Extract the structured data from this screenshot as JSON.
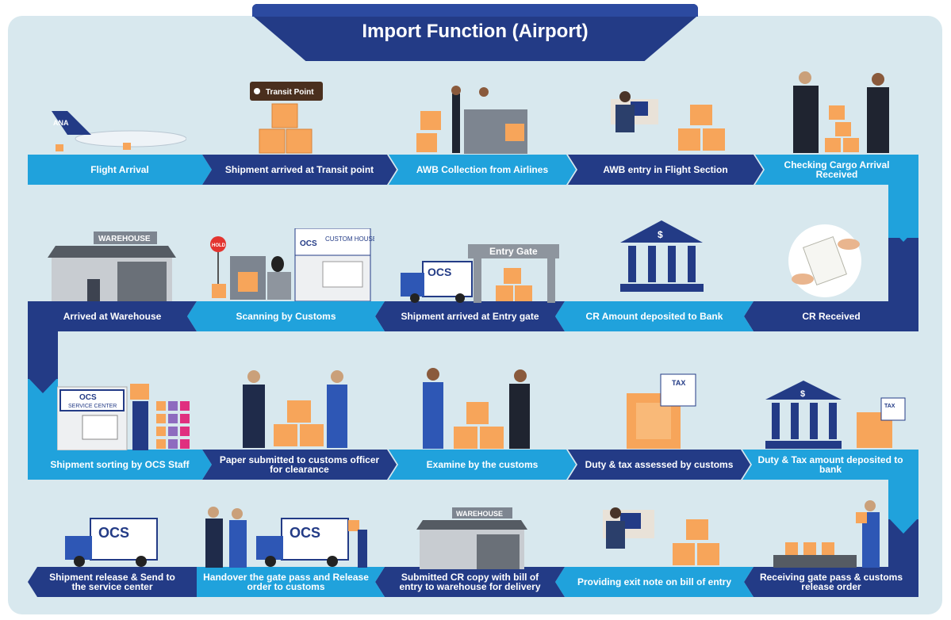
{
  "title": "Import Function (Airport)",
  "colors": {
    "light": "#20a2dc",
    "dark": "#233b86",
    "box": "#f7a55a",
    "panel": "#d8e8ee"
  },
  "steps": [
    "Flight Arrival",
    "Shipment arrived at Transit point",
    "AWB Collection from Airlines",
    "AWB entry in Flight Section",
    "Checking  Cargo Arrival Received",
    "CR Received",
    "CR Amount deposited to Bank",
    "Shipment arrived at Entry gate",
    "Scanning by Customs",
    "Arrived at Warehouse",
    "Shipment sorting by OCS Staff",
    "Paper submitted to customs officer for clearance",
    "Examine by the customs",
    "Duty & tax assessed by customs",
    "Duty & Tax amount deposited to bank",
    "Receiving gate pass & customs release order",
    "Providing exit note on bill of entry",
    "Submitted CR copy with bill of entry to warehouse for delivery",
    "Handover the gate pass and Release order to customs",
    "Shipment release & Send to the service center"
  ],
  "signs": {
    "airline": "ANA",
    "transit": "Transit Point",
    "warehouse": "WAREHOUSE",
    "custom_house": "CUSTOM HOUSE",
    "entry_gate": "Entry Gate",
    "hold": "HOLD",
    "ocs": "OCS",
    "service_center": "SERVICE CENTER",
    "tax": "TAX",
    "dollar": "$"
  }
}
